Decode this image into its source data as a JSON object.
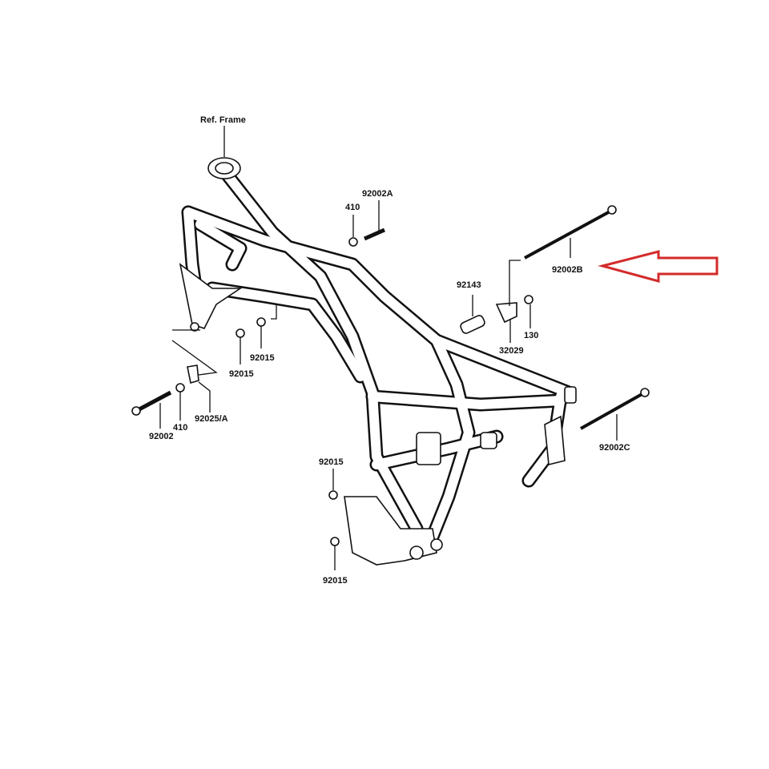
{
  "diagram": {
    "labels": {
      "ref_frame": "Ref. Frame",
      "p92002A": "92002A",
      "p410_top": "410",
      "p92002B": "92002B",
      "p92143": "92143",
      "p130": "130",
      "p32029": "32029",
      "p92015_a": "92015",
      "p92015_b": "92015",
      "p92025A": "92025/A",
      "p410_left": "410",
      "p92002": "92002",
      "p92002C": "92002C",
      "p92015_c": "92015",
      "p92015_d": "92015"
    },
    "highlight_arrow": {
      "color": "#d42a2a",
      "points_to": "92002B"
    }
  }
}
